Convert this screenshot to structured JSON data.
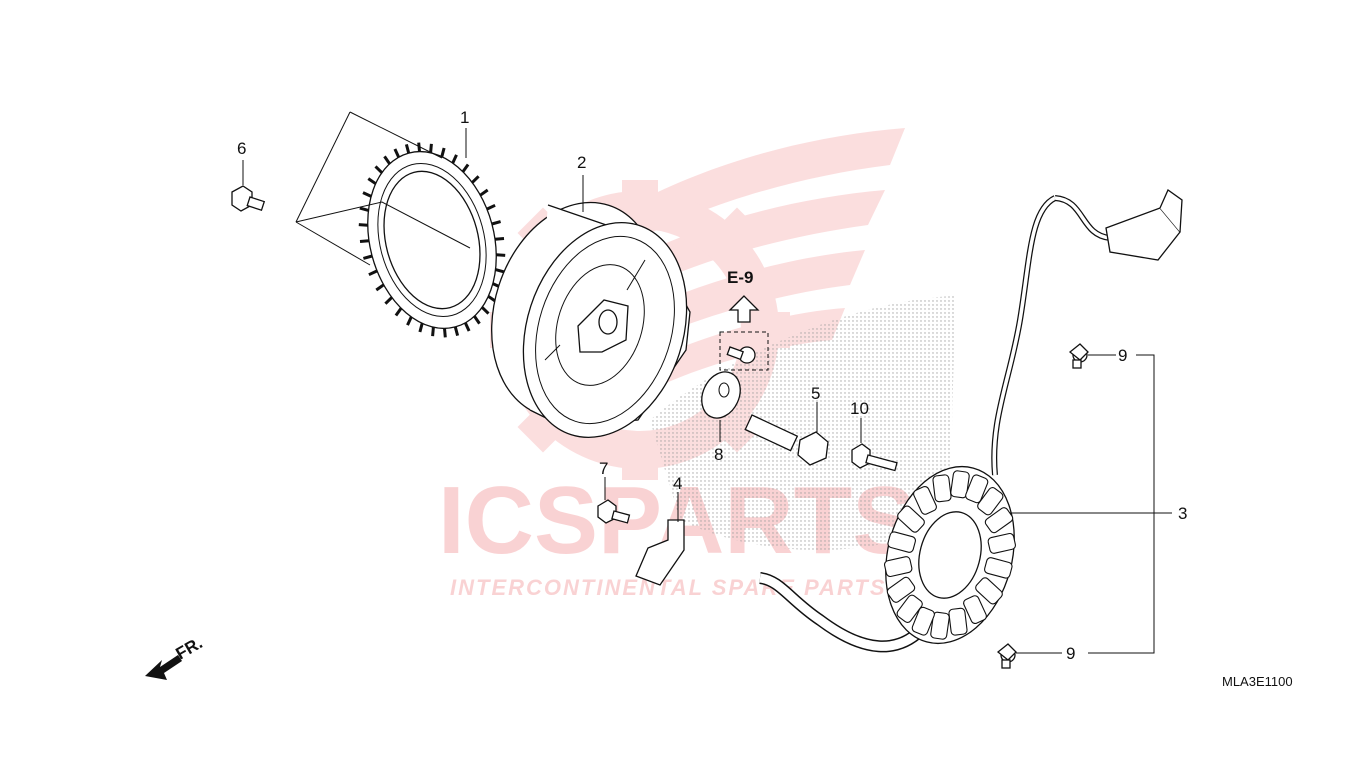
{
  "diagram": {
    "drawing_code": "MLA3E1100",
    "reference": "E-9",
    "front_marker": "FR.",
    "callouts": {
      "c1": "1",
      "c2": "2",
      "c3": "3",
      "c4": "4",
      "c5": "5",
      "c6": "6",
      "c7": "7",
      "c8": "8",
      "c9a": "9",
      "c9b": "9",
      "c10": "10"
    }
  },
  "watermark": {
    "brand": "ICSPARTS",
    "tagline": "INTERCONTINENTAL SPARE PARTS",
    "color": "#e8363a"
  },
  "icons": [
    "honda-wing-watermark",
    "gear-watermark",
    "front-direction-arrow",
    "up-arrow-icon"
  ]
}
